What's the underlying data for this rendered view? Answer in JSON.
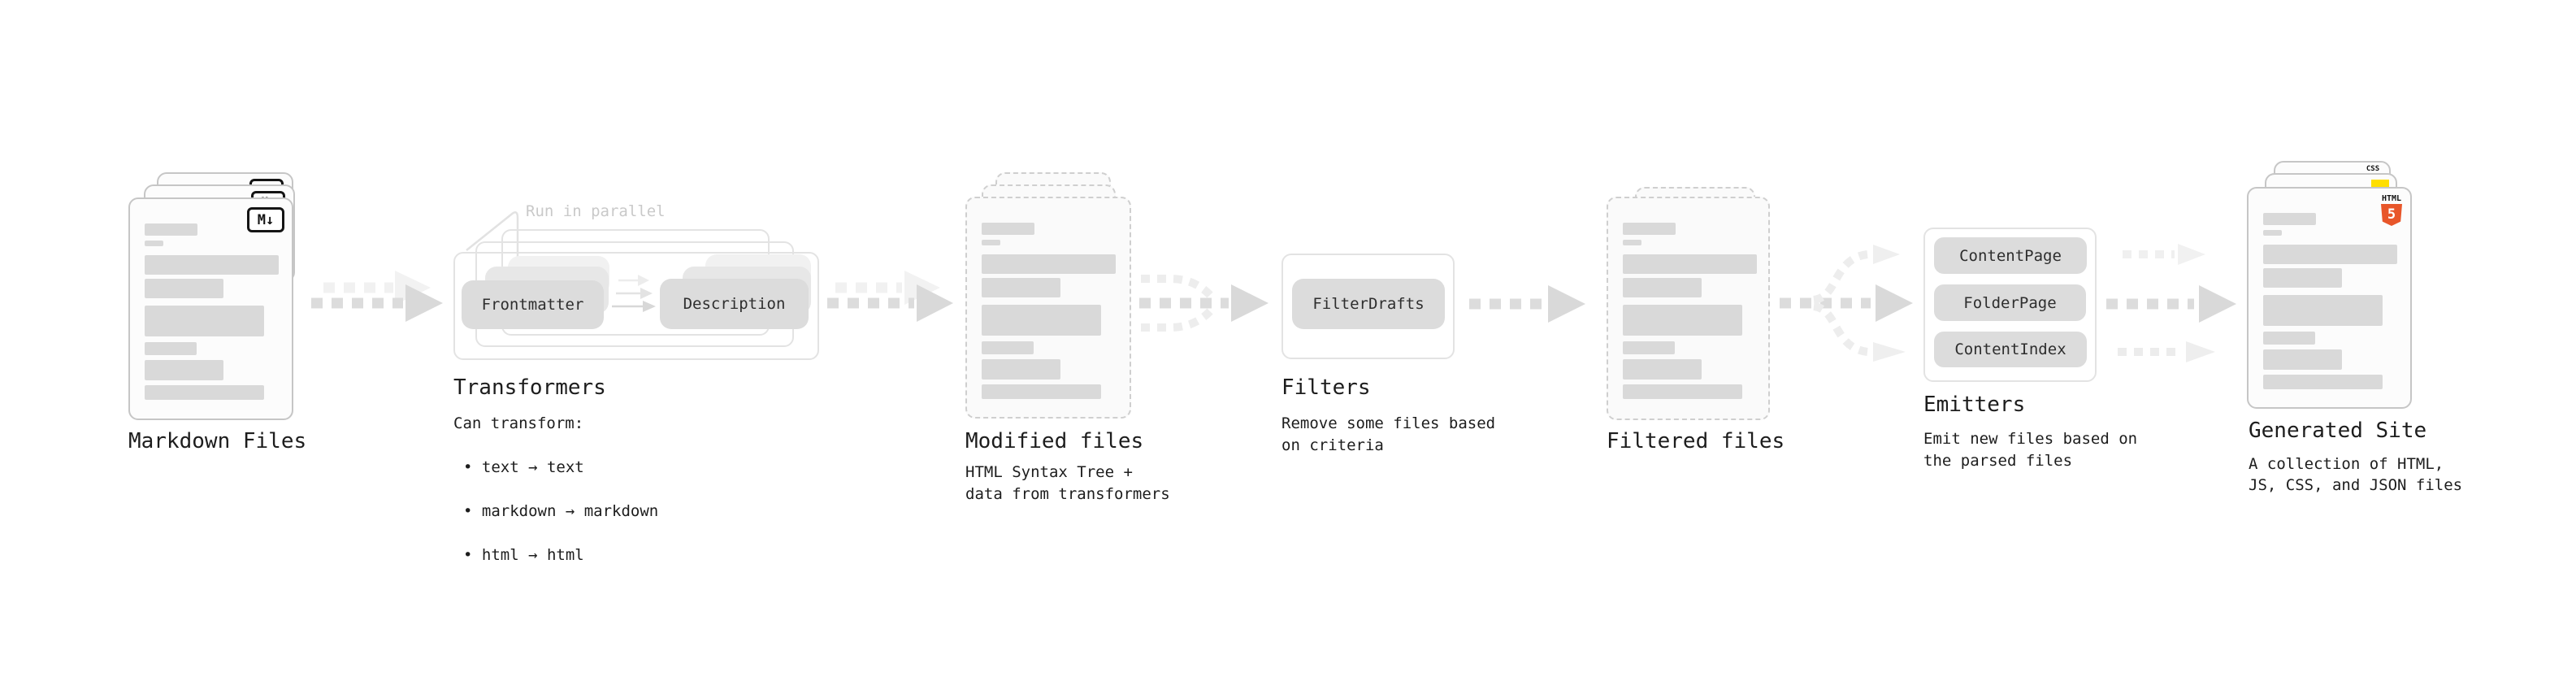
{
  "colors": {
    "html5_orange": "#e8562a",
    "css_blue": "#2f6bf2",
    "js_yellow": "#ffdf00",
    "text_dark": "#1d1d1d",
    "muted_note": "#c9c9c9"
  },
  "markdown": {
    "heading": "Markdown Files",
    "badge": "M↓"
  },
  "transformers": {
    "heading": "Transformers",
    "note": "Run in parallel",
    "pill_left": "Frontmatter",
    "pill_right": "Description",
    "body_title": "Can transform:",
    "bullet1": "• text → text",
    "bullet2": "• markdown → markdown",
    "bullet3": "• html → html"
  },
  "modified": {
    "heading": "Modified files",
    "line1": "HTML Syntax Tree +",
    "line2": "data from transformers"
  },
  "filters": {
    "heading": "Filters",
    "pill": "FilterDrafts",
    "line1": "Remove some files based",
    "line2": "on criteria"
  },
  "filtered": {
    "heading": "Filtered files"
  },
  "emitters": {
    "heading": "Emitters",
    "pill1": "ContentPage",
    "pill2": "FolderPage",
    "pill3": "ContentIndex",
    "line1": "Emit new files based on",
    "line2": "the parsed files"
  },
  "generated": {
    "heading": "Generated Site",
    "line1": "A collection of HTML,",
    "line2": "JS, CSS, and JSON files",
    "badge_css": "CSS",
    "badge_html_word": "HTML",
    "badge_html_num": "5"
  }
}
